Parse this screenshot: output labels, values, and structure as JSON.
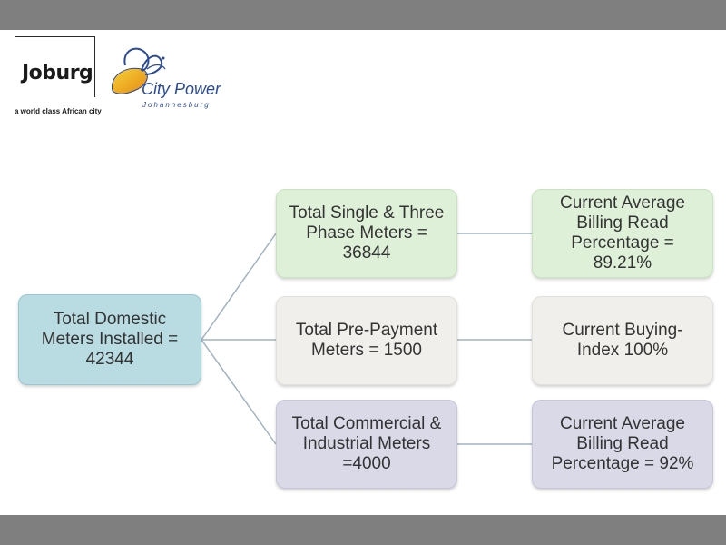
{
  "logos": {
    "joburg_text": "Joburg",
    "joburg_tagline": "a world class African city",
    "citypower_name": "City Power",
    "citypower_sub": "Johannesburg"
  },
  "diagram": {
    "root": {
      "label": "Total Domestic\nMeters Installed =\n42344"
    },
    "branches": [
      {
        "label": "Total Single & Three\nPhase Meters =\n36844",
        "result": "Current Average\nBilling Read\nPercentage =\n89.21%"
      },
      {
        "label": "Total Pre-Payment\nMeters = 1500",
        "result": "Current Buying-\nIndex  100%"
      },
      {
        "label": "Total Commercial &\nIndustrial Meters\n=4000",
        "result": "Current Average\nBilling Read\nPercentage = 92%"
      }
    ]
  },
  "colors": {
    "band": "#7f7f7f",
    "root_box": "#b9dbe2",
    "branch1": "#dff0d8",
    "branch2": "#f0efec",
    "branch3": "#d9d9e8",
    "connector": "#9fb3bf"
  }
}
